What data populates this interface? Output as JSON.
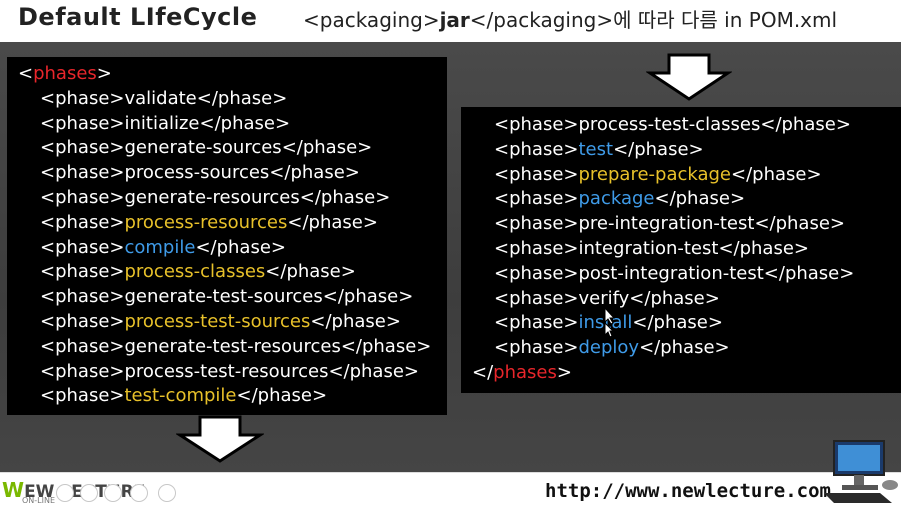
{
  "header": {
    "title": "Default LIfeCycle",
    "subtitle_prefix": "<packaging>",
    "subtitle_bold": "jar",
    "subtitle_suffix": "</packaging>에 따라 다름 in POM.xml"
  },
  "colors": {
    "red": "#e8262b",
    "blue": "#3f9be8",
    "yellow": "#e8c12a"
  },
  "left_block": {
    "open_tag_prefix": "<",
    "open_tag_name": "phases",
    "open_tag_suffix": ">",
    "phases": [
      {
        "name": "validate",
        "color": "white"
      },
      {
        "name": "initialize",
        "color": "white"
      },
      {
        "name": "generate-sources",
        "color": "white"
      },
      {
        "name": "process-sources",
        "color": "white"
      },
      {
        "name": "generate-resources",
        "color": "white"
      },
      {
        "name": "process-resources",
        "color": "yellow"
      },
      {
        "name": "compile",
        "color": "blue"
      },
      {
        "name": "process-classes",
        "color": "yellow"
      },
      {
        "name": "generate-test-sources",
        "color": "white"
      },
      {
        "name": "process-test-sources",
        "color": "yellow"
      },
      {
        "name": "generate-test-resources",
        "color": "white"
      },
      {
        "name": "process-test-resources",
        "color": "white"
      },
      {
        "name": "test-compile",
        "color": "yellow"
      }
    ]
  },
  "right_block": {
    "phases": [
      {
        "name": "process-test-classes",
        "color": "white"
      },
      {
        "name": "test",
        "color": "blue"
      },
      {
        "name": "prepare-package",
        "color": "yellow"
      },
      {
        "name": "package",
        "color": "blue"
      },
      {
        "name": "pre-integration-test",
        "color": "white"
      },
      {
        "name": "integration-test",
        "color": "white"
      },
      {
        "name": "post-integration-test",
        "color": "white"
      },
      {
        "name": "verify",
        "color": "white"
      },
      {
        "name": "install",
        "color": "blue"
      },
      {
        "name": "deploy",
        "color": "blue"
      }
    ],
    "close_tag_prefix": "</",
    "close_tag_name": "phases",
    "close_tag_suffix": ">"
  },
  "tag": {
    "open": "<phase>",
    "close": "</phase>"
  },
  "footer": {
    "logo_w": "W",
    "logo_text": "EW LECTURE",
    "logo_sub": "ON-LINE",
    "url": "http://www.newlecture.com"
  }
}
